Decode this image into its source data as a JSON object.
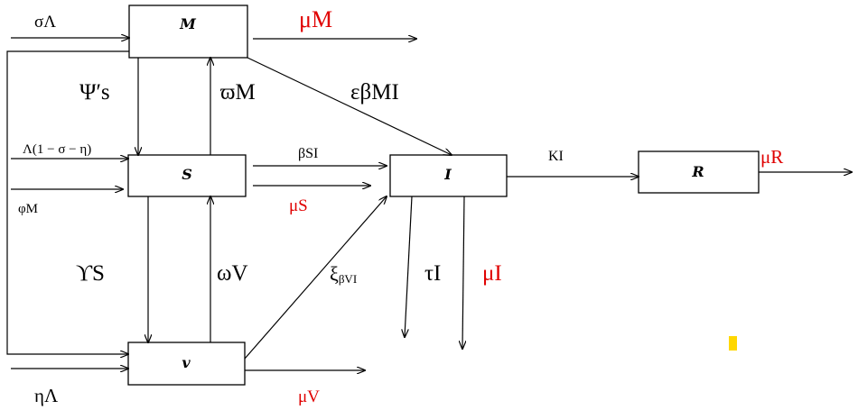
{
  "compartments": {
    "M": "M",
    "S": "S",
    "I": "I",
    "R": "R",
    "V": "v"
  },
  "rates": {
    "sigma_lambda": "σΛ",
    "mu_m": "μM",
    "psi_s": "Ψ′s",
    "varpi_m": "ϖM",
    "eps_beta_mi": "εβMI",
    "lambda_rest": "Λ(1 − σ − η)",
    "phi_m": "φM",
    "beta_si": "βSI",
    "mu_s": "μS",
    "k_i": "KI",
    "mu_r": "μR",
    "upsilon_s": "ϒS",
    "omega_v": "ωV",
    "xi_beta_vi": "ξ",
    "xi_beta_vi_sub": "βVI",
    "tau_i": "τI",
    "mu_i": "μI",
    "eta_lambda": "ηΛ",
    "mu_v": "μV"
  },
  "colors": {
    "mortality": "#e00000",
    "marker": "#ffd700"
  }
}
